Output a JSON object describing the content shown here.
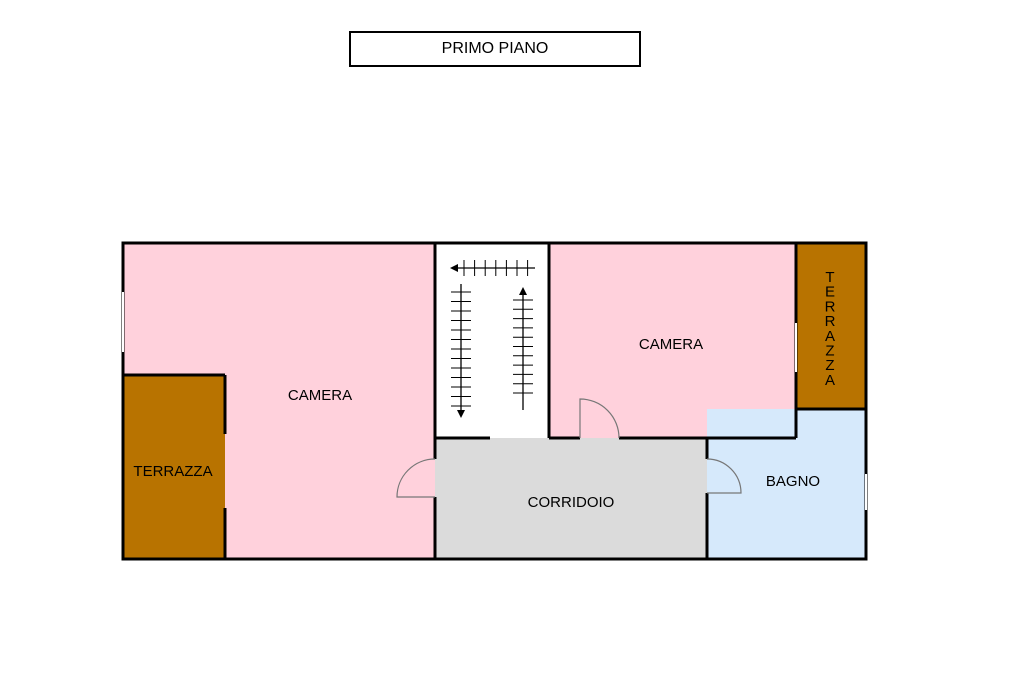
{
  "title": "PRIMO PIANO",
  "rooms": {
    "camera_left": "CAMERA",
    "camera_right": "CAMERA",
    "terrazza_left": "TERRAZZA",
    "terrazza_right": [
      "T",
      "E",
      "R",
      "R",
      "A",
      "Z",
      "Z",
      "A"
    ],
    "corridoio": "CORRIDOIO",
    "bagno": "BAGNO"
  },
  "colors": {
    "camera": "#ffd1dc",
    "terrazza": "#b87300",
    "corridoio": "#dbdbdb",
    "bagno": "#d6e9fb",
    "stair": "#ffffff",
    "wall": "#000000"
  }
}
